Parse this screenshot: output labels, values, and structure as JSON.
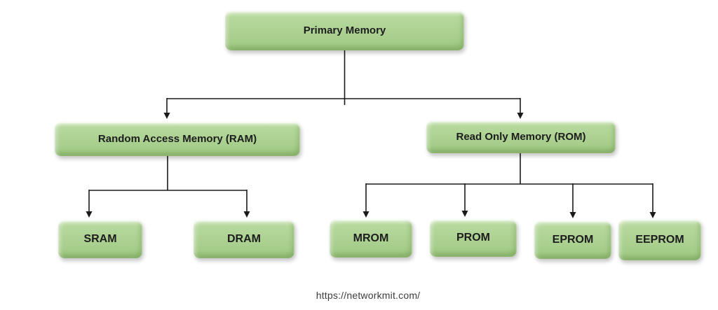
{
  "diagram": {
    "type": "tree",
    "nodes": {
      "primary": {
        "label": "Primary Memory"
      },
      "ram": {
        "label": "Random Access Memory (RAM)"
      },
      "rom": {
        "label": "Read Only Memory (ROM)"
      },
      "sram": {
        "label": "SRAM"
      },
      "dram": {
        "label": "DRAM"
      },
      "mrom": {
        "label": "MROM"
      },
      "prom": {
        "label": "PROM"
      },
      "eprom": {
        "label": "EPROM"
      },
      "eeprom": {
        "label": "EEPROM"
      }
    },
    "edges": [
      {
        "from": "primary",
        "to": "ram"
      },
      {
        "from": "primary",
        "to": "rom"
      },
      {
        "from": "ram",
        "to": "sram"
      },
      {
        "from": "ram",
        "to": "dram"
      },
      {
        "from": "rom",
        "to": "mrom"
      },
      {
        "from": "rom",
        "to": "prom"
      },
      {
        "from": "rom",
        "to": "eprom"
      },
      {
        "from": "rom",
        "to": "eeprom"
      }
    ],
    "colors": {
      "node_fill": "#add293",
      "node_fill_light": "#d9ecc8",
      "node_fill_dark": "#99c37d",
      "connector": "#1a1a1a",
      "text": "#1d1d1d"
    }
  },
  "footer": {
    "url": "https://networkmit.com/"
  }
}
